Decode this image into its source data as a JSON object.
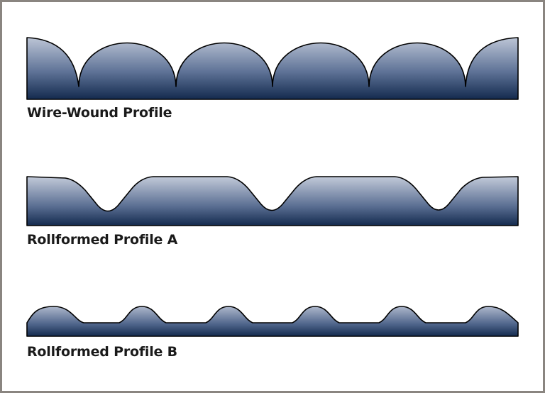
{
  "profiles": [
    {
      "id": "wire-wound",
      "label": "Wire-Wound Profile"
    },
    {
      "id": "rollformed-a",
      "label": "Rollformed Profile A"
    },
    {
      "id": "rollformed-b",
      "label": "Rollformed Profile B"
    }
  ],
  "colors": {
    "fill_top": "#a9b4c9",
    "fill_bottom": "#142a4e",
    "outline": "#000000",
    "frame": "#8a8580"
  }
}
